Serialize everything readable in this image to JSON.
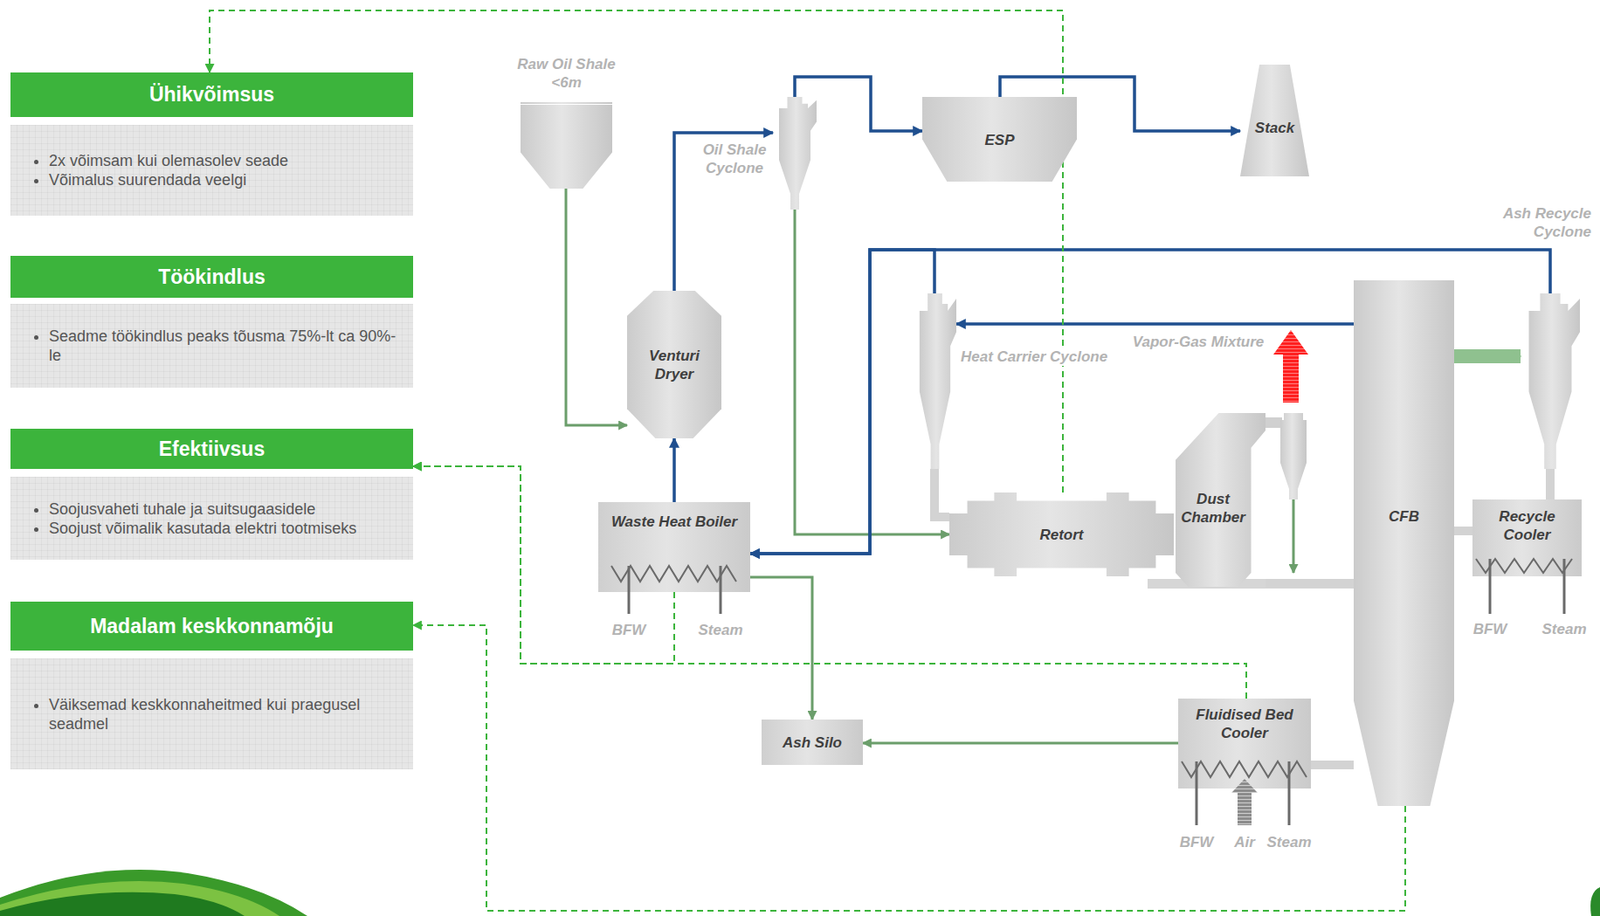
{
  "diagram": {
    "nodes": [
      {
        "text": [
          "Ühikvõimsus",
          "2x võimsam kui olemasolev seade",
          "Võimalus suurendada veelgi"
        ]
      },
      {
        "text": [
          "Töökindlus",
          "Seadme töökindlus peaks tõusma 75%-lt ca 90%-le"
        ]
      },
      {
        "text": [
          "Efektiivsus",
          "Soojusvaheti tuhale ja suitsugaasidele",
          "Soojust võimalik kasutada elektri tootmiseks"
        ]
      },
      {
        "text": [
          "Madalam keskkonnamõju",
          "Väiksemad keskkonnaheitmed kui praegusel seadmel"
        ]
      },
      {
        "text": [
          "Raw Oil Shale <6m"
        ]
      },
      {
        "text": [
          "Oil Shale Cyclone"
        ]
      },
      {
        "text": [
          "ESP"
        ]
      },
      {
        "text": [
          "Stack"
        ]
      },
      {
        "text": [
          "Venturi Dryer"
        ]
      },
      {
        "text": [
          "Waste Heat Boiler"
        ]
      },
      {
        "text": [
          "Heat Carrier Cyclone"
        ]
      },
      {
        "text": [
          "Ash Recycle Cyclone"
        ]
      },
      {
        "text": [
          "Retort"
        ]
      },
      {
        "text": [
          "Dust Chamber"
        ]
      },
      {
        "text": [
          "CFB"
        ]
      },
      {
        "text": [
          "Recycle Cooler"
        ]
      },
      {
        "text": [
          "Fluidised Bed Cooler"
        ]
      },
      {
        "text": [
          "Ash Silo"
        ]
      }
    ],
    "edges": [
      {
        "from": 4,
        "to": 8,
        "arrow": "to"
      },
      {
        "from": 9,
        "to": 8,
        "arrow": "to"
      },
      {
        "from": 8,
        "to": 5,
        "arrow": "to"
      },
      {
        "from": 5,
        "to": 6,
        "arrow": "to"
      },
      {
        "from": 6,
        "to": 7,
        "arrow": "to"
      },
      {
        "from": 5,
        "to": 12,
        "arrow": "to"
      },
      {
        "from": 11,
        "to": 9,
        "arrow": "to"
      },
      {
        "from": 10,
        "to": 9,
        "arrow": "to"
      },
      {
        "from": 14,
        "to": 10,
        "label": "Vapor-Gas Mixture",
        "arrow": "to"
      },
      {
        "from": 9,
        "to": 17,
        "arrow": "to"
      },
      {
        "from": 16,
        "to": 17,
        "arrow": "to"
      },
      {
        "from": 14,
        "to": 11,
        "arrow": "to"
      },
      {
        "from": 12,
        "to": 0,
        "arrow": "to"
      },
      {
        "from": 9,
        "to": 2,
        "arrow": "to"
      },
      {
        "from": 16,
        "to": 2,
        "arrow": "to"
      },
      {
        "from": 14,
        "to": 3,
        "arrow": "to"
      },
      {
        "from": 10,
        "to": 12,
        "arrow": "none"
      },
      {
        "from": 11,
        "to": 15,
        "arrow": "none"
      },
      {
        "from": 15,
        "to": 14,
        "arrow": "none"
      },
      {
        "from": 14,
        "to": 16,
        "arrow": "none"
      },
      {
        "from": 13,
        "to": 14,
        "arrow": "none"
      }
    ],
    "labels": [
      "BFW",
      "Steam",
      "BFW",
      "Steam",
      "BFW",
      "Air",
      "Steam"
    ]
  }
}
